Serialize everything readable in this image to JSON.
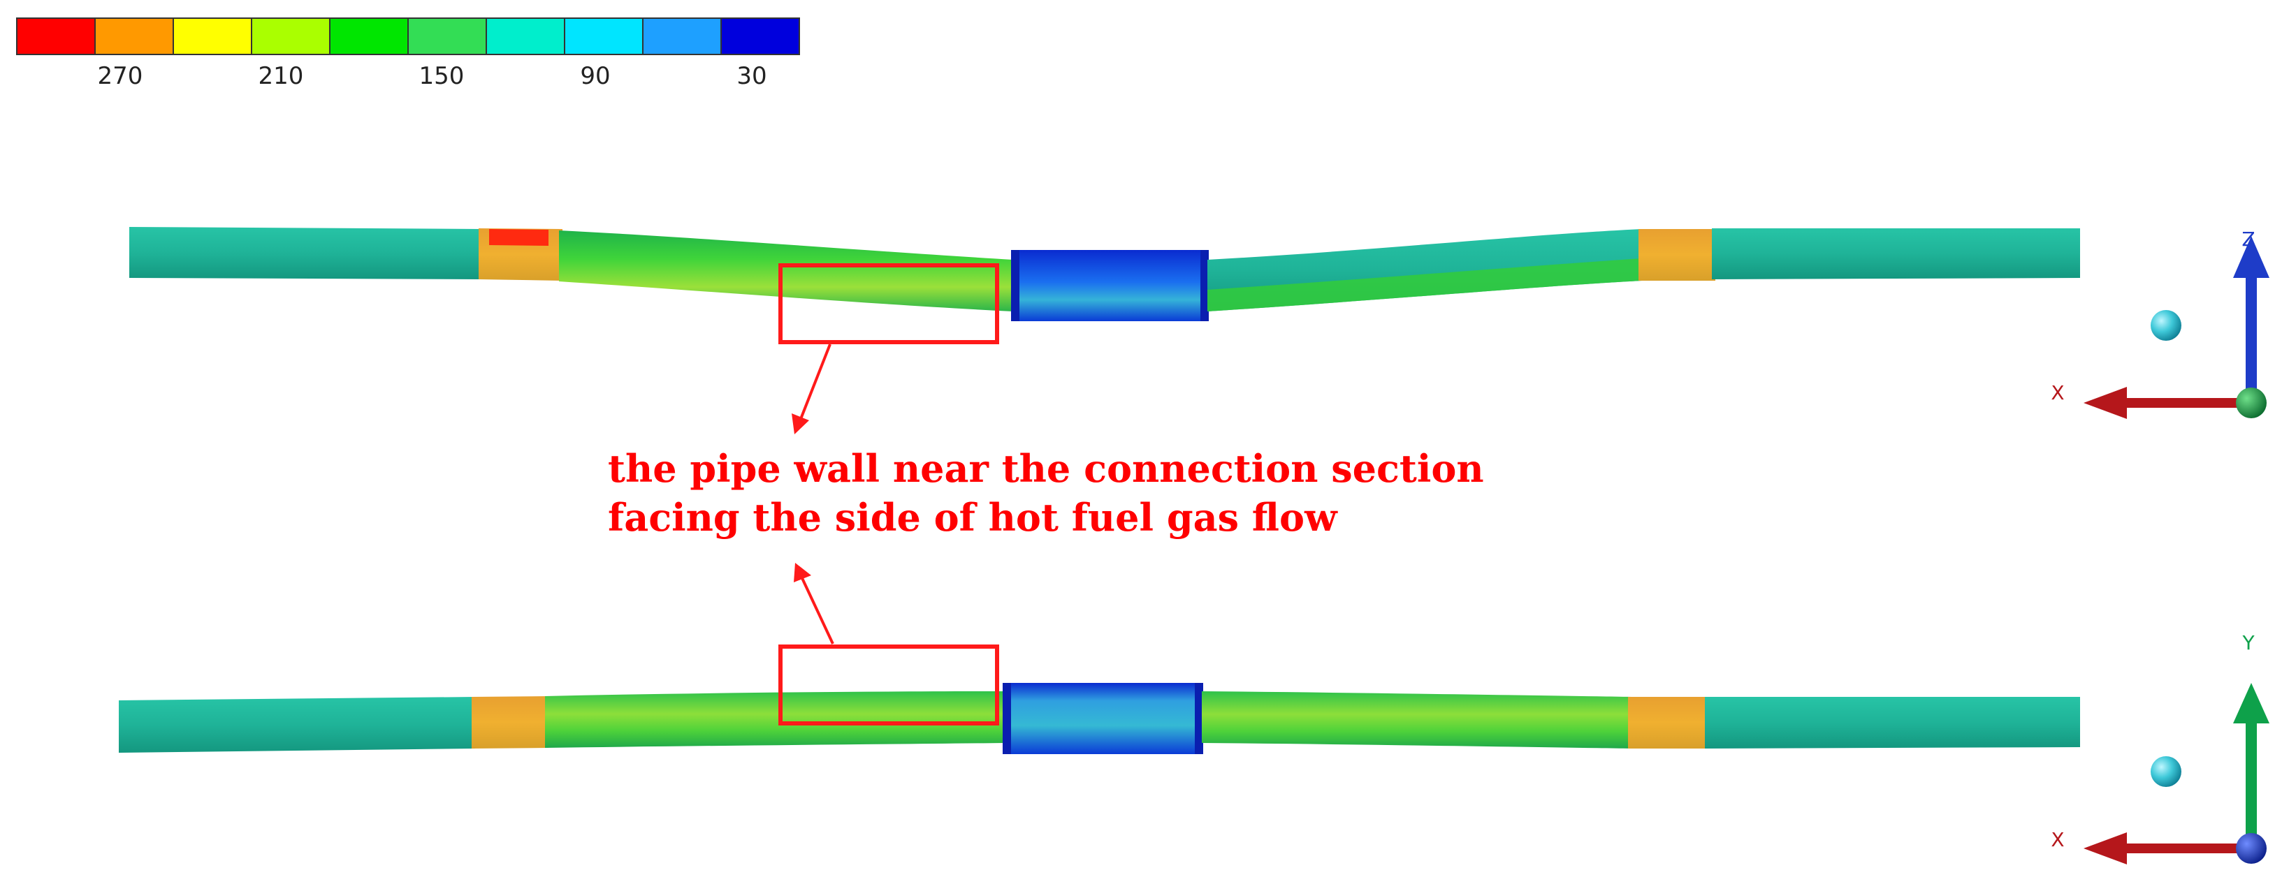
{
  "colorbar": {
    "colors": [
      "#ff0000",
      "#ff9900",
      "#ffff00",
      "#aaff00",
      "#00e600",
      "#33dd55",
      "#00eecc",
      "#00e5ff",
      "#1ea0ff",
      "#0000dd"
    ],
    "tick_labels": [
      "270",
      "210",
      "150",
      "90",
      "30"
    ]
  },
  "annotation": {
    "line1": "the pipe wall near the connection section",
    "line2": "facing the side of hot fuel gas flow",
    "color": "#ff0000"
  },
  "triad_top": {
    "vertical_axis": "Z",
    "horizontal_axis": "X"
  },
  "triad_bottom": {
    "vertical_axis": "Y",
    "horizontal_axis": "X"
  },
  "colors": {
    "pipe_teal": "#21b39a",
    "pipe_green": "#2ecc2e",
    "sleeve_blue": "#0b3fd8",
    "joint_orange": "#ef9b2a",
    "z_axis": "#1e3cc8",
    "y_axis": "#0ea14a",
    "x_axis": "#b5171b"
  }
}
